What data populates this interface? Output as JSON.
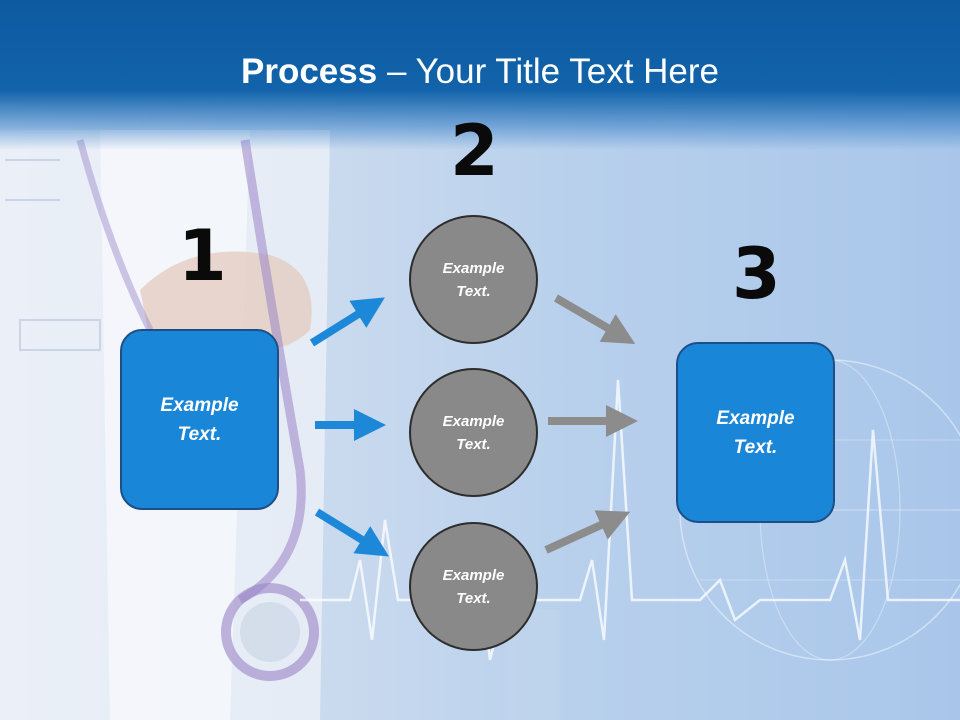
{
  "title": {
    "bold": "Process",
    "rest": " – Your Title Text Here"
  },
  "steps": {
    "one": {
      "number": "1",
      "text": "Example\nText."
    },
    "two": {
      "number": "2",
      "items": [
        "Example\nText.",
        "Example\nText.",
        "Example\nText."
      ]
    },
    "three": {
      "number": "3",
      "text": "Example\nText."
    }
  },
  "colors": {
    "banner": "#1263ab",
    "box": "#1a86d8",
    "circle": "#898989",
    "arrow_blue": "#1e88d8",
    "arrow_gray": "#8c8c8c"
  }
}
